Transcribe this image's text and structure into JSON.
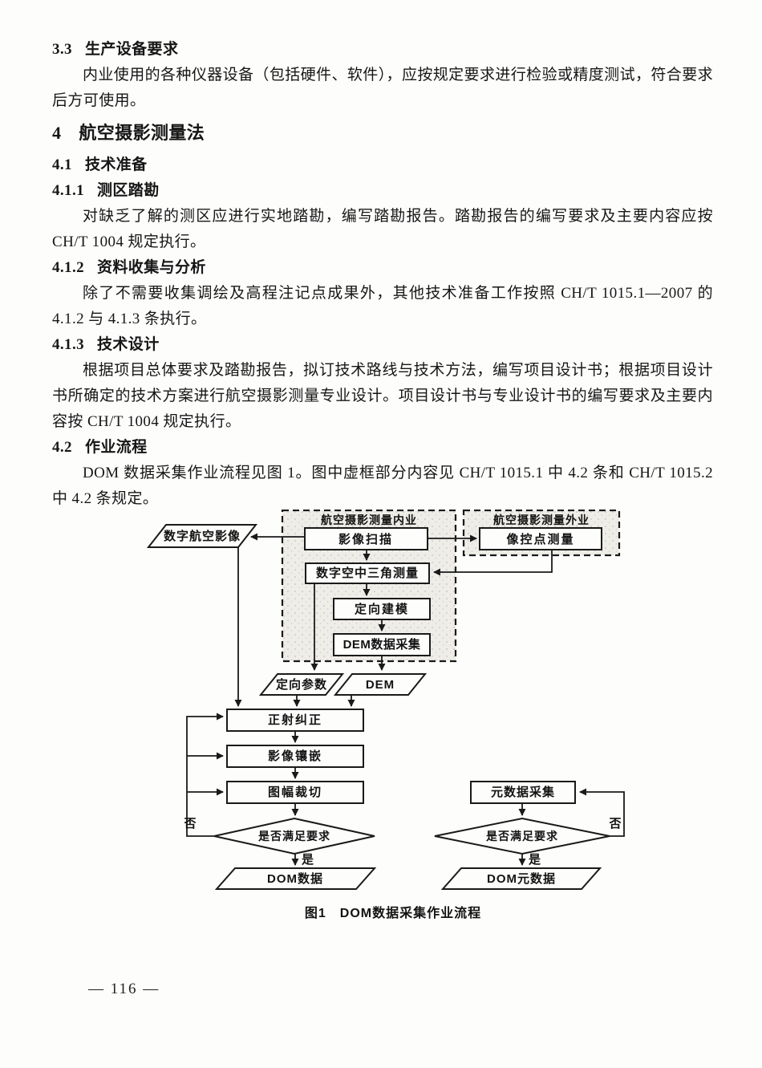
{
  "document": {
    "h33": {
      "label": "3.3",
      "title": "生产设备要求"
    },
    "p33": "内业使用的各种仪器设备（包括硬件、软件），应按规定要求进行检验或精度测试，符合要求后方可使用。",
    "h4": {
      "label": "4",
      "title": "航空摄影测量法"
    },
    "h41": {
      "label": "4.1",
      "title": "技术准备"
    },
    "h411": {
      "label": "4.1.1",
      "title": "测区踏勘"
    },
    "p411": "对缺乏了解的测区应进行实地踏勘，编写踏勘报告。踏勘报告的编写要求及主要内容应按 CH/T 1004 规定执行。",
    "h412": {
      "label": "4.1.2",
      "title": "资料收集与分析"
    },
    "p412": "除了不需要收集调绘及高程注记点成果外，其他技术准备工作按照 CH/T 1015.1—2007 的 4.1.2 与 4.1.3 条执行。",
    "h413": {
      "label": "4.1.3",
      "title": "技术设计"
    },
    "p413": "根据项目总体要求及踏勘报告，拟订技术路线与技术方法，编写项目设计书；根据项目设计书所确定的技术方案进行航空摄影测量专业设计。项目设计书与专业设计书的编写要求及主要内容按 CH/T 1004 规定执行。",
    "h42": {
      "label": "4.2",
      "title": "作业流程"
    },
    "p42": "DOM 数据采集作业流程见图 1。图中虚框部分内容见 CH/T 1015.1 中 4.2 条和 CH/T 1015.2 中 4.2 条规定。"
  },
  "flowchart": {
    "caption": "图1　DOM数据采集作业流程",
    "groups": {
      "indoor": "航空摄影测量内业",
      "outdoor": "航空摄影测量外业"
    },
    "nodes": {
      "digital_aerial_image": "数字航空影像",
      "image_scanning": "影像扫描",
      "control_point_survey": "像控点测量",
      "digital_aerotriangulation": "数字空中三角测量",
      "orientation_modeling": "定向建模",
      "dem_data_collection": "DEM数据采集",
      "orientation_parameters": "定向参数",
      "dem": "DEM",
      "orthorectification": "正射纠正",
      "image_mosaicking": "影像镶嵌",
      "map_sheet_clipping": "图幅裁切",
      "meets_requirements": "是否满足要求",
      "dom_data": "DOM数据",
      "metadata_collection": "元数据采集",
      "dom_metadata": "DOM元数据"
    },
    "labels": {
      "yes": "是",
      "no": "否"
    },
    "colors": {
      "line": "#1a1a1a",
      "shade": "#efede8"
    }
  },
  "footer": {
    "page_number": "— 116 —"
  }
}
